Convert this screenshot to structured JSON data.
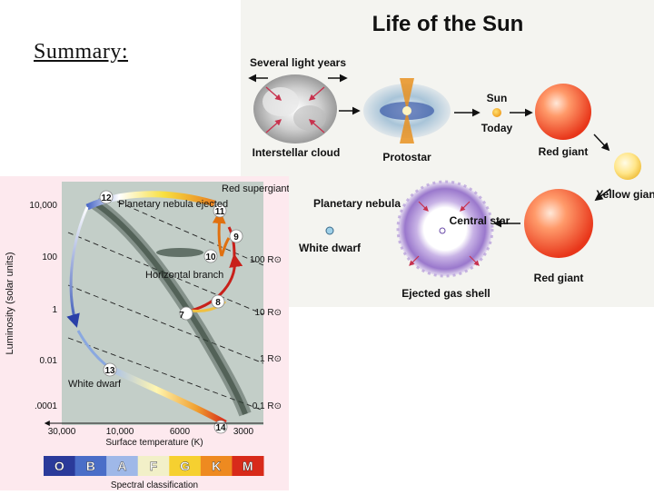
{
  "slide": {
    "heading": "Summary:"
  },
  "life_cycle": {
    "title": "Life of the Sun",
    "stages": {
      "light_years": "Several light years",
      "interstellar_cloud": "Interstellar cloud",
      "protostar": "Protostar",
      "sun": "Sun",
      "today": "Today",
      "red_giant_1": "Red giant",
      "yellow_giant": "Yellow giant",
      "red_giant_2": "Red giant",
      "planetary_nebula": "Planetary nebula",
      "central_star": "Central star",
      "white_dwarf": "White dwarf",
      "ejected_gas_shell": "Ejected gas shell"
    }
  },
  "hr_diagram": {
    "y_axis_label": "Luminosity (solar units)",
    "x_axis_label": "Surface temperature (K)",
    "y_ticks": [
      "10,000",
      "100",
      "1",
      "0.01",
      ".0001"
    ],
    "x_ticks": [
      "30,000",
      "10,000",
      "6000",
      "3000"
    ],
    "radius_labels": [
      "100 R⊙",
      "10 R⊙",
      "1 R⊙",
      "0.1 R⊙"
    ],
    "region_labels": {
      "red_supergiant": "Red supergiant",
      "planetary_nebula_ejected": "Planetary nebula ejected",
      "horizontal_branch": "Horizontal branch",
      "white_dwarf": "White dwarf"
    },
    "stage_numbers": [
      "7",
      "8",
      "9",
      "10",
      "11",
      "12",
      "13",
      "14"
    ],
    "spectral_title": "Spectral classification",
    "spectral_classes": [
      {
        "letter": "O",
        "color": "#2a3a9a"
      },
      {
        "letter": "B",
        "color": "#4a6ec8"
      },
      {
        "letter": "A",
        "color": "#9fb8e8"
      },
      {
        "letter": "F",
        "color": "#f2f0c8"
      },
      {
        "letter": "G",
        "color": "#f6d030"
      },
      {
        "letter": "K",
        "color": "#ee8a20"
      },
      {
        "letter": "M",
        "color": "#d82a1a"
      }
    ]
  }
}
